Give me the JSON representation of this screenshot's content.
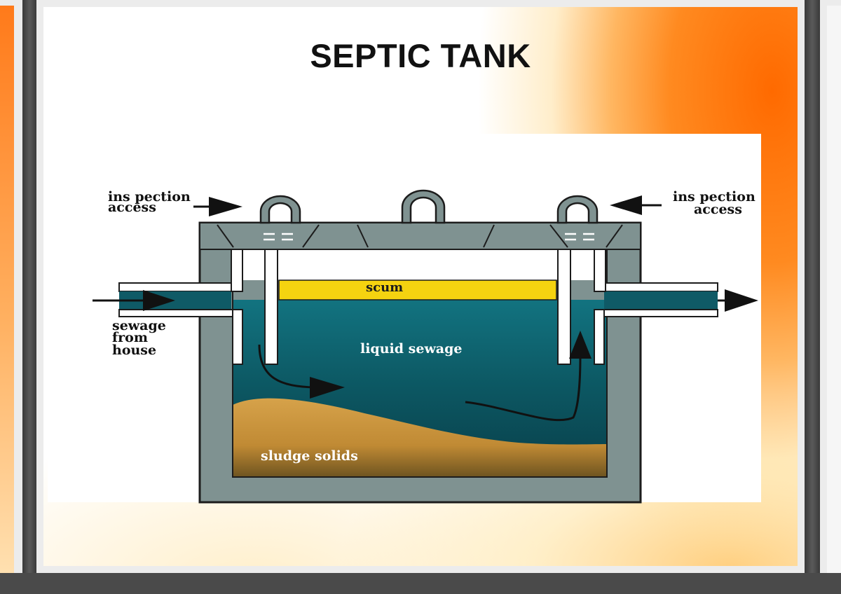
{
  "slide": {
    "title": "SEPTIC TANK"
  },
  "diagram": {
    "labels": {
      "inspection_left_line1": "ins pection",
      "inspection_left_line2": "access",
      "inspection_right_line1": "ins pection",
      "inspection_right_line2": "access",
      "sewage_line1": "sewage",
      "sewage_line2": "from",
      "sewage_line3": "house",
      "scum": "scum",
      "liquid": "liquid sewage",
      "sludge": "sludge solids"
    },
    "colors": {
      "concrete": "#7f9291",
      "liquid": "#0f5a66",
      "scum": "#f5d310",
      "sludge": "#c9963f",
      "outline": "#1c1c1c"
    }
  }
}
